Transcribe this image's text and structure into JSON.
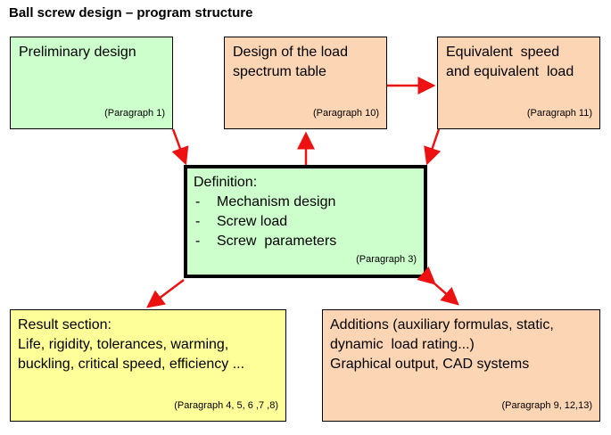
{
  "title": "Ball screw design – program structure",
  "boxes": {
    "preliminary": {
      "text": "Preliminary design",
      "ref": "(Paragraph 1)"
    },
    "load_spectrum": {
      "line1": "Design of the load",
      "line2": "spectrum table",
      "ref": "(Paragraph 10)"
    },
    "equivalent": {
      "line1": "Equivalent  speed",
      "line2": "and equivalent  load",
      "ref": "(Paragraph 11)"
    },
    "definition": {
      "heading": "Definition:",
      "items": [
        "Mechanism design",
        "Screw load",
        "Screw  parameters"
      ],
      "ref": "(Paragraph 3)"
    },
    "result": {
      "line1": "Result section:",
      "line2": "Life, rigidity, tolerances, warming,",
      "line3": "buckling, critical speed, efficiency ...",
      "ref": "(Paragraph 4, 5, 6 ,7 ,8)"
    },
    "additions": {
      "line1": "Additions (auxiliary formulas, static,",
      "line2": "dynamic  load rating...)",
      "line3": "Graphical output, CAD systems",
      "ref": "(Paragraph 9, 12,13)"
    }
  },
  "colors": {
    "green": "#ccffcc",
    "orange": "#fcd5b4",
    "yellow": "#ffff99",
    "arrow": "#ee1111"
  }
}
